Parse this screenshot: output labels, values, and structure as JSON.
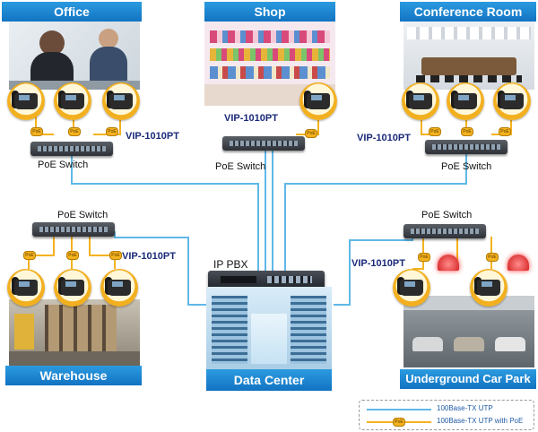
{
  "locations": {
    "office": "Office",
    "shop": "Shop",
    "conference": "Conference Room",
    "warehouse": "Warehouse",
    "datacenter": "Data Center",
    "carpark": "Underground Car Park"
  },
  "device_labels": {
    "poe_switch": "PoE Switch",
    "phone_model": "VIP-1010PT",
    "ip_pbx": "IP PBX",
    "poe_badge": "PoE"
  },
  "legend": {
    "utp": "100Base-TX UTP",
    "utp_poe": "100Base-TX UTP with PoE"
  },
  "colors": {
    "banner": "#1a82d0",
    "wire": "#5fb8e8",
    "poe_wire": "#f4b21e",
    "model_text": "#1a2a7a"
  }
}
